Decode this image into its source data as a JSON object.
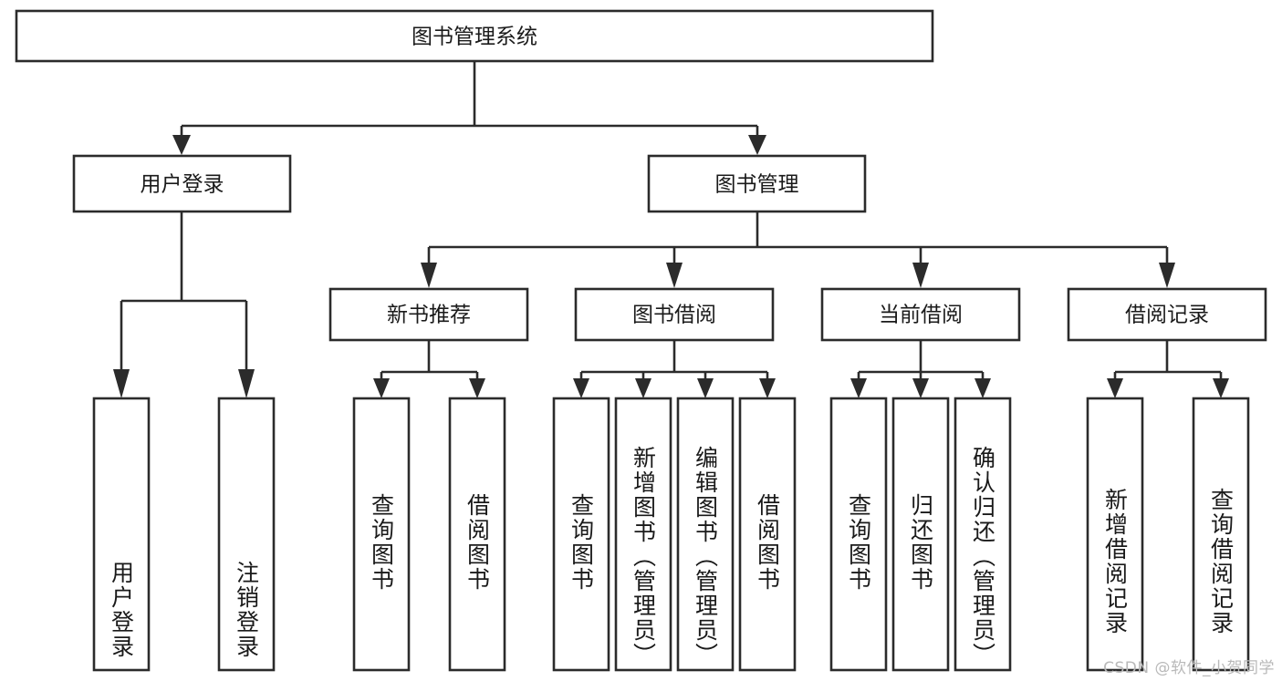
{
  "diagram": {
    "type": "tree",
    "title": "图书管理系统",
    "root": {
      "id": "root",
      "label": "图书管理系统",
      "orientation": "horizontal"
    },
    "level2": [
      {
        "id": "user-login",
        "label": "用户登录",
        "orientation": "horizontal"
      },
      {
        "id": "book-manage",
        "label": "图书管理",
        "orientation": "horizontal"
      }
    ],
    "level3": [
      {
        "id": "new-book-recommend",
        "label": "新书推荐",
        "parent": "book-manage",
        "orientation": "horizontal"
      },
      {
        "id": "book-borrow",
        "label": "图书借阅",
        "parent": "book-manage",
        "orientation": "horizontal"
      },
      {
        "id": "current-borrow",
        "label": "当前借阅",
        "parent": "book-manage",
        "orientation": "horizontal"
      },
      {
        "id": "borrow-record",
        "label": "借阅记录",
        "parent": "book-manage",
        "orientation": "horizontal"
      }
    ],
    "leaves": [
      {
        "id": "leaf-user-login",
        "label": "用户登录",
        "parent": "user-login",
        "orientation": "vertical"
      },
      {
        "id": "leaf-user-logout",
        "label": "注销登录",
        "parent": "user-login",
        "orientation": "vertical"
      },
      {
        "id": "leaf-query-book-1",
        "label": "查询图书",
        "parent": "new-book-recommend",
        "orientation": "vertical"
      },
      {
        "id": "leaf-borrow-book-1",
        "label": "借阅图书",
        "parent": "new-book-recommend",
        "orientation": "vertical"
      },
      {
        "id": "leaf-query-book-2",
        "label": "查询图书",
        "parent": "book-borrow",
        "orientation": "vertical"
      },
      {
        "id": "leaf-add-book",
        "label": "新增图书（管理员）",
        "parent": "book-borrow",
        "orientation": "vertical"
      },
      {
        "id": "leaf-edit-book",
        "label": "编辑图书（管理员）",
        "parent": "book-borrow",
        "orientation": "vertical"
      },
      {
        "id": "leaf-borrow-book-2",
        "label": "借阅图书",
        "parent": "book-borrow",
        "orientation": "vertical"
      },
      {
        "id": "leaf-query-book-3",
        "label": "查询图书",
        "parent": "current-borrow",
        "orientation": "vertical"
      },
      {
        "id": "leaf-return-book",
        "label": "归还图书",
        "parent": "current-borrow",
        "orientation": "vertical"
      },
      {
        "id": "leaf-confirm-return",
        "label": "确认归还（管理员）",
        "parent": "current-borrow",
        "orientation": "vertical"
      },
      {
        "id": "leaf-add-record",
        "label": "新增借阅记录",
        "parent": "borrow-record",
        "orientation": "vertical"
      },
      {
        "id": "leaf-query-record",
        "label": "查询借阅记录",
        "parent": "borrow-record",
        "orientation": "vertical"
      }
    ],
    "colors": {
      "box_stroke": "#2b2b2b",
      "box_fill": "#ffffff",
      "connector": "#2b2b2b",
      "text": "#1a1a1a",
      "background": "#ffffff",
      "watermark": "#b9b9b9"
    }
  },
  "watermark": {
    "text": "CSDN @软件_小贺同学"
  }
}
